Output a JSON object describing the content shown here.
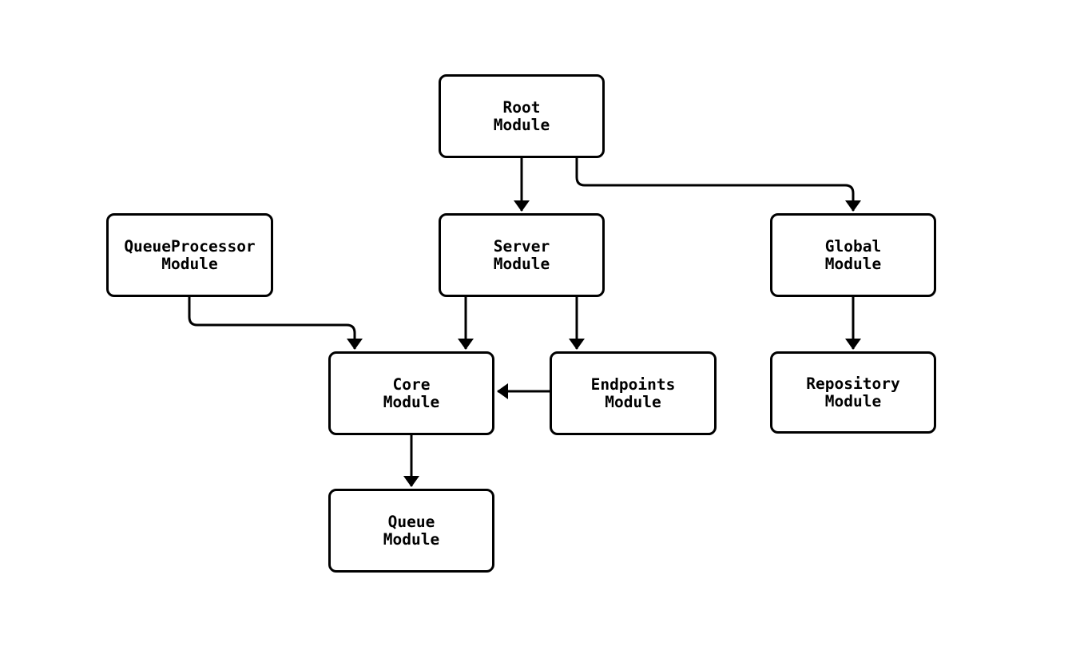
{
  "diagram": {
    "type": "flowchart",
    "background_color": "#ffffff",
    "node_fill_color": "#ffffff",
    "node_border_color": "#000000",
    "edge_color": "#000000",
    "text_color": "#000000",
    "nodes": [
      {
        "id": "RootModule",
        "line1": "Root",
        "line2": "Module"
      },
      {
        "id": "QueueProcessorModule",
        "line1": "QueueProcessor",
        "line2": "Module"
      },
      {
        "id": "ServerModule",
        "line1": "Server",
        "line2": "Module"
      },
      {
        "id": "GlobalModule",
        "line1": "Global",
        "line2": "Module"
      },
      {
        "id": "CoreModule",
        "line1": "Core",
        "line2": "Module"
      },
      {
        "id": "EndpointsModule",
        "line1": "Endpoints",
        "line2": "Module"
      },
      {
        "id": "RepositoryModule",
        "line1": "Repository",
        "line2": "Module"
      },
      {
        "id": "QueueModule",
        "line1": "Queue",
        "line2": "Module"
      }
    ],
    "edges": [
      {
        "from": "RootModule",
        "to": "ServerModule"
      },
      {
        "from": "RootModule",
        "to": "GlobalModule"
      },
      {
        "from": "QueueProcessorModule",
        "to": "CoreModule"
      },
      {
        "from": "ServerModule",
        "to": "CoreModule"
      },
      {
        "from": "ServerModule",
        "to": "EndpointsModule"
      },
      {
        "from": "GlobalModule",
        "to": "RepositoryModule"
      },
      {
        "from": "EndpointsModule",
        "to": "CoreModule"
      },
      {
        "from": "CoreModule",
        "to": "QueueModule"
      }
    ]
  }
}
